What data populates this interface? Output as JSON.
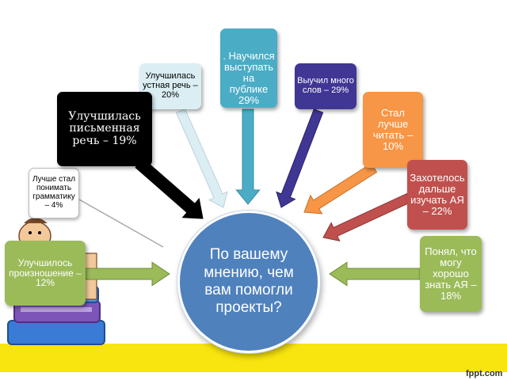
{
  "center": {
    "text": "По вашему мнению, чем вам помогли проекты?",
    "color": "#4f81bd"
  },
  "items": [
    {
      "id": "speaking",
      "text": "Улучшилась устная речь – 20%",
      "fill": "#dbeef3",
      "text_color": "#000000",
      "arrow_color": "#dbeef3"
    },
    {
      "id": "public",
      "text": ". Научился выступать на публике 29%",
      "fill": "#4bacc6",
      "text_color": "#ffffff",
      "arrow_color": "#4bacc6"
    },
    {
      "id": "words",
      "text": "Выучил много слов – 29%",
      "fill": "#403694",
      "text_color": "#ffffff",
      "arrow_color": "#403694"
    },
    {
      "id": "reading",
      "text": "Стал лучше читать – 10%",
      "fill": "#f79646",
      "text_color": "#ffffff",
      "arrow_color": "#f79646"
    },
    {
      "id": "continue",
      "text": "Захотелось дальше изучать АЯ – 22%",
      "fill": "#c0504d",
      "text_color": "#ffffff",
      "arrow_color": "#c0504d"
    },
    {
      "id": "know",
      "text": "Понял, что могу хорошо знать АЯ – 18%",
      "fill": "#9bbb59",
      "text_color": "#ffffff",
      "arrow_color": "#9bbb59"
    },
    {
      "id": "pronunciation",
      "text": "Улучшилось произношение – 12%",
      "fill": "#9bbb59",
      "text_color": "#ffffff",
      "arrow_color": "#9bbb59"
    },
    {
      "id": "grammar",
      "text": "Лучше стал понимать грамматику – 4%",
      "fill": "#ffffff",
      "text_color": "#000000",
      "arrow_color": "#aaaaaa"
    },
    {
      "id": "writing",
      "text": "Улучшилась письменная речь – 19%",
      "fill": "#000000",
      "text_color": "#ffffff",
      "arrow_color": "#000000"
    }
  ],
  "footer": {
    "logo": "fppt.com",
    "band_color": "#f8e40e"
  }
}
